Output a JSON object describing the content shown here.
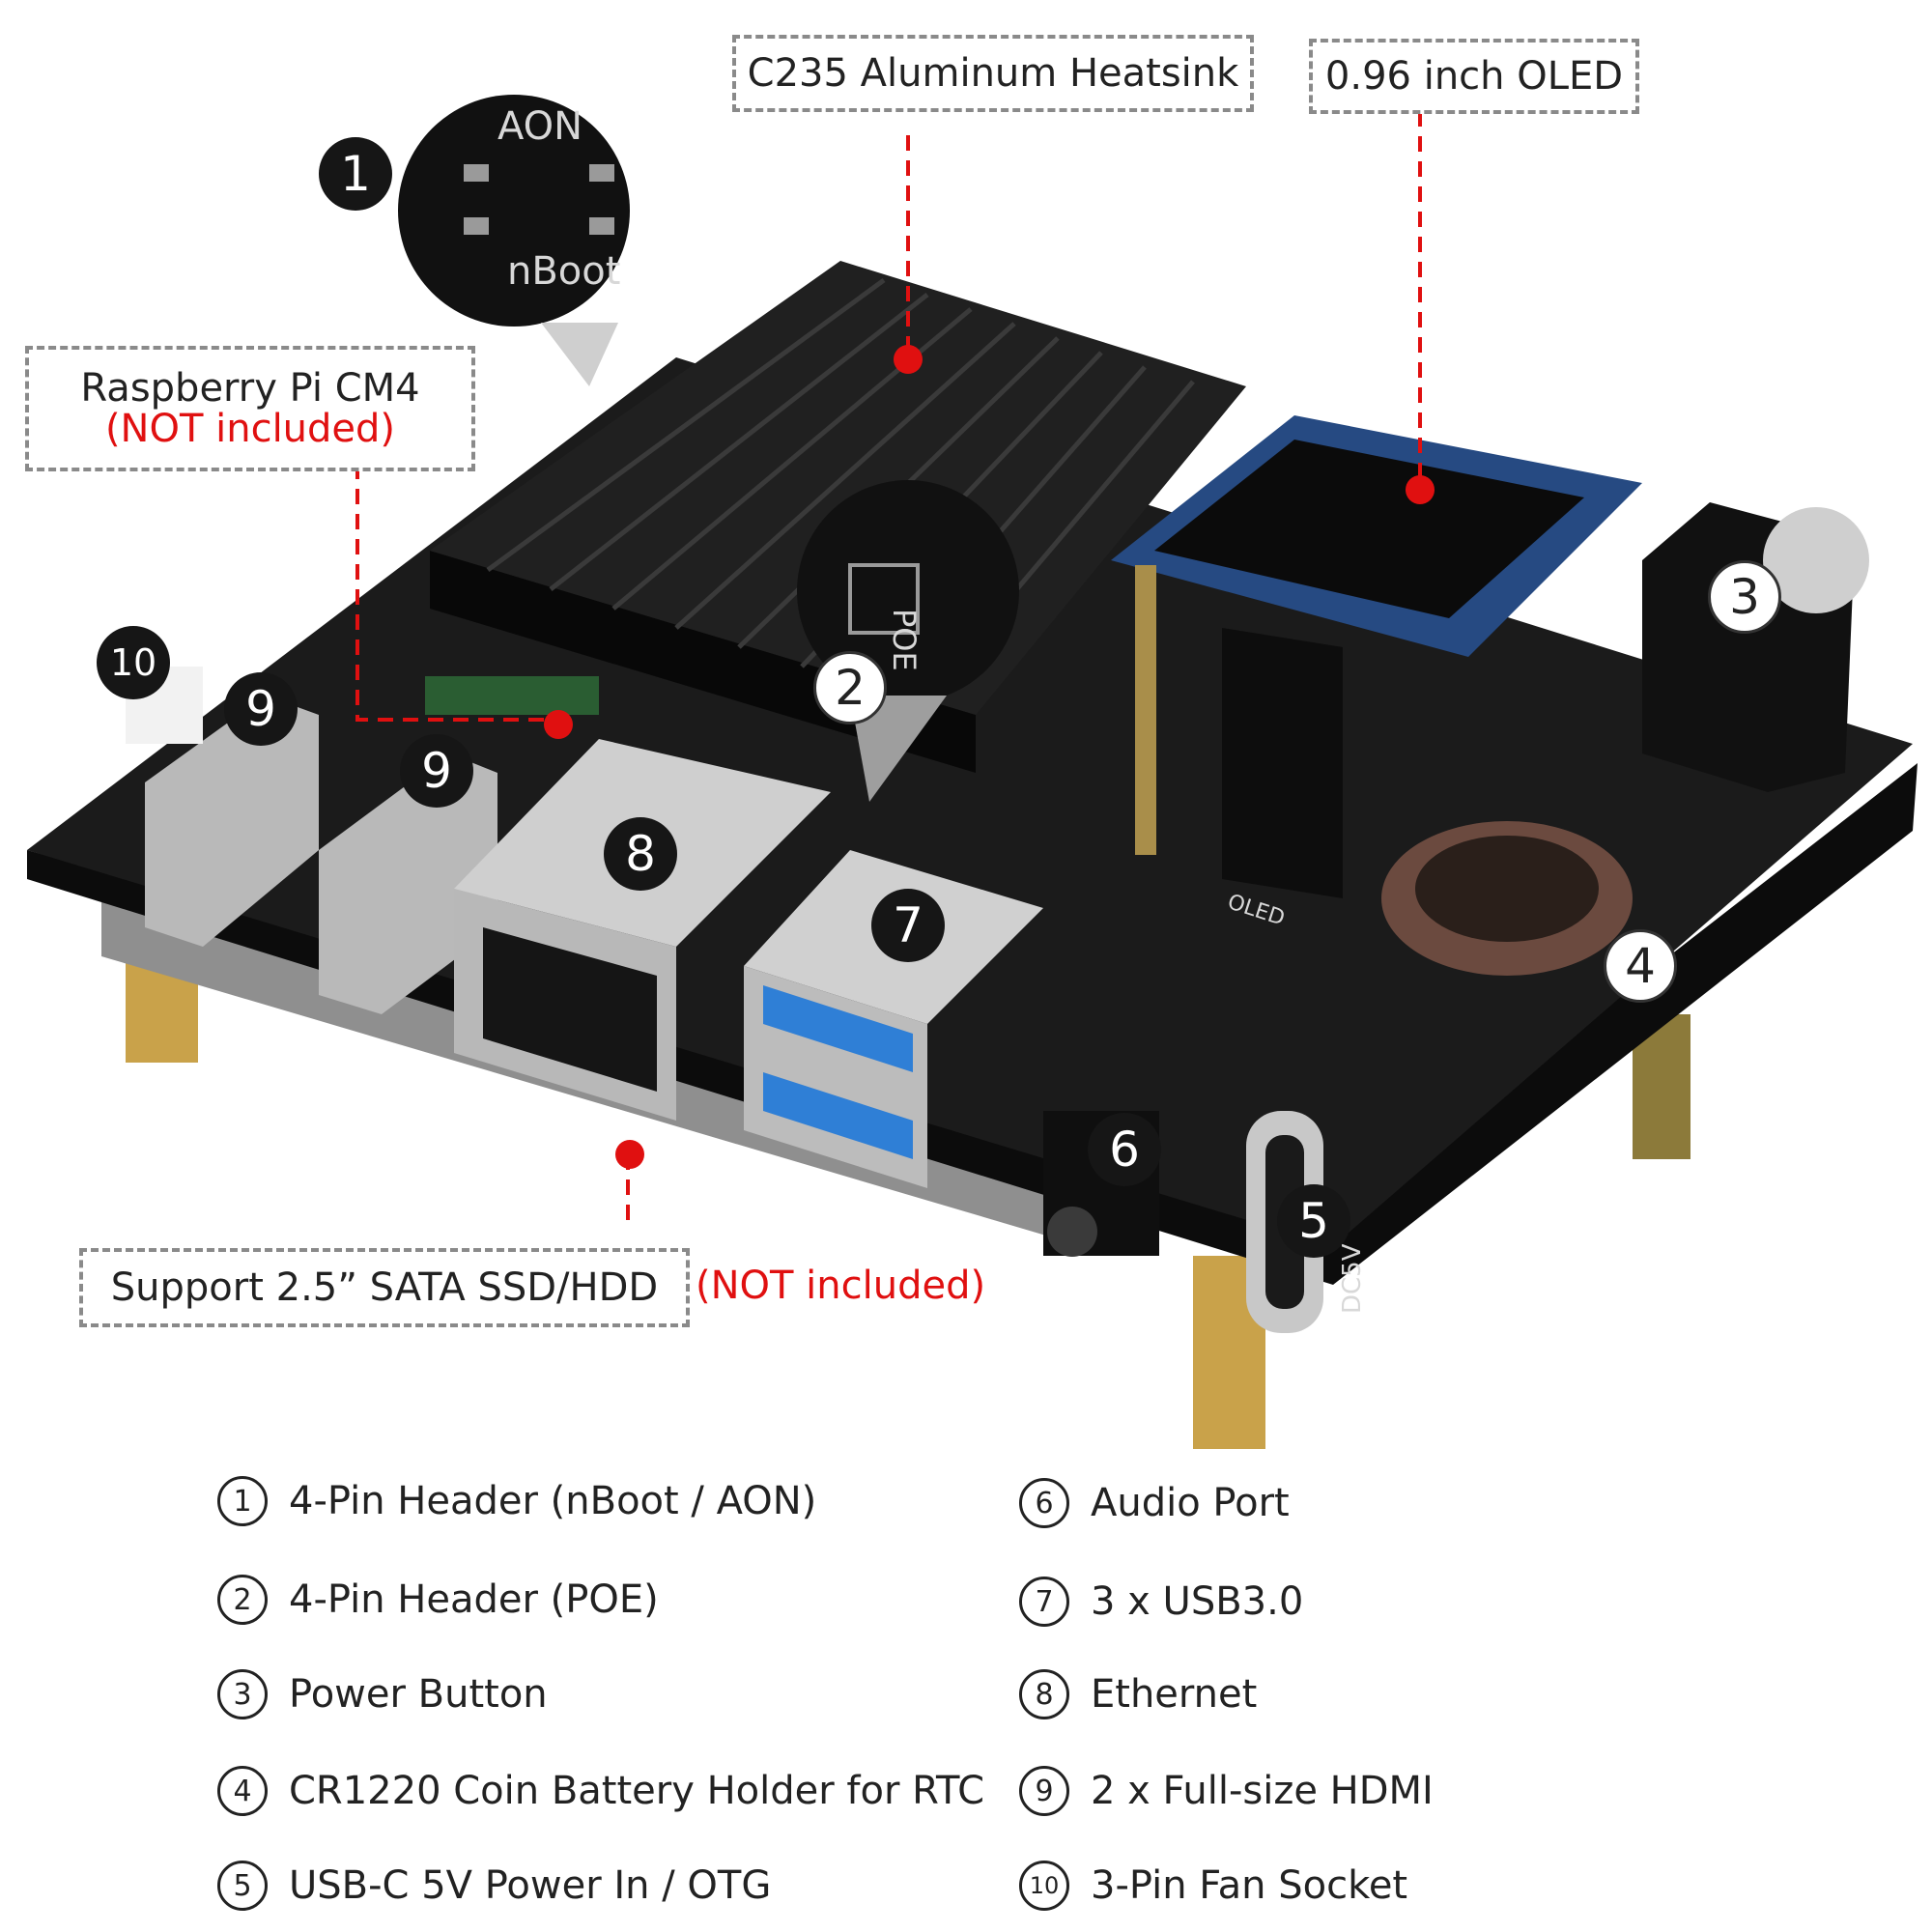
{
  "callouts": {
    "heatsink": "C235 Aluminum Heatsink",
    "oled": "0.96 inch OLED",
    "cm4": "Raspberry Pi CM4",
    "cm4_note": "(NOT included)",
    "sata": "Support 2.5” SATA SSD/HDD",
    "sata_note": "(NOT included)"
  },
  "board_labels": {
    "aon": "AON",
    "nboot": "nBoot",
    "poe": "POE",
    "oled": "OLED",
    "dc5v": "DC5V"
  },
  "badges": [
    "1",
    "2",
    "3",
    "4",
    "5",
    "6",
    "7",
    "8",
    "9",
    "9",
    "10"
  ],
  "legend": [
    {
      "num": "1",
      "text": "4-Pin Header (nBoot / AON)"
    },
    {
      "num": "2",
      "text": "4-Pin Header (POE)"
    },
    {
      "num": "3",
      "text": "Power Button"
    },
    {
      "num": "4",
      "text": "CR1220 Coin Battery Holder for RTC"
    },
    {
      "num": "5",
      "text": "USB-C 5V Power In / OTG"
    },
    {
      "num": "6",
      "text": "Audio Port"
    },
    {
      "num": "7",
      "text": "3 x USB3.0"
    },
    {
      "num": "8",
      "text": "Ethernet"
    },
    {
      "num": "9",
      "text": "2 x Full-size HDMI"
    },
    {
      "num": "10",
      "text": "3-Pin Fan Socket"
    }
  ],
  "colors": {
    "accent_red": "#e01010",
    "board": "#1b1b1b",
    "usb_blue": "#2f7fd6",
    "standoff": "#c9a24a"
  }
}
